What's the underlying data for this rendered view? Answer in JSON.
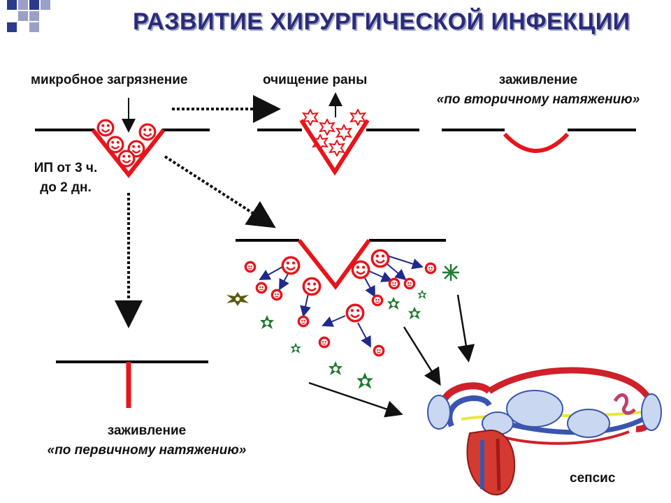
{
  "title": "РАЗВИТИЕ ХИРУРГИЧЕСКОЙ ИНФЕКЦИИ",
  "labels": {
    "contamination": "микробное загрязнение",
    "cleaning": "очищение раны",
    "secondary_line1": "заживление",
    "secondary_line2": "«по вторичному натяжению»",
    "incubation_line1": "ИП от 3 ч.",
    "incubation_line2": "до 2 дн.",
    "primary_line1": "заживление",
    "primary_line2": "«по первичному натяжению»",
    "sepsis": "сепсис"
  },
  "colors": {
    "title": "#2b2b7a",
    "wound": "#e8141b",
    "microbe": "#e8141b",
    "arrow": "#1f2a8a",
    "green_cells": "#1f7a2e",
    "olive_cell": "#5a5a12",
    "vessel_red": "#d0202a",
    "vessel_blue": "#3a55b0",
    "nerve_yellow": "#e6e83a"
  }
}
